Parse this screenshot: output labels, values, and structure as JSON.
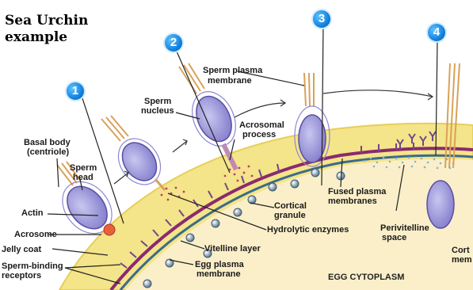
{
  "title": {
    "line1": "Sea Urchin",
    "line2": "example"
  },
  "steps": [
    "1",
    "2",
    "3",
    "4"
  ],
  "labels": {
    "basal_body": "Basal body",
    "centriole": "(centriole)",
    "sperm": "Sperm",
    "head": "head",
    "actin": "Actin",
    "acrosome": "Acrosome",
    "jelly_coat": "Jelly coat",
    "sperm_binding": "Sperm-binding",
    "receptors": "receptors",
    "sperm_nucleus_1": "Sperm",
    "sperm_nucleus_2": "nucleus",
    "sperm_plasma_1": "Sperm plasma",
    "sperm_plasma_2": "membrane",
    "acrosomal_1": "Acrosomal",
    "acrosomal_2": "process",
    "cortical_1": "Cortical",
    "cortical_2": "granule",
    "hydrolytic": "Hydrolytic enzymes",
    "vitelline": "Vitelline layer",
    "egg_plasma_1": "Egg plasma",
    "egg_plasma_2": "membrane",
    "fused_1": "Fused plasma",
    "fused_2": "membranes",
    "perivitelline_1": "Perivitelline",
    "perivitelline_2": "space",
    "cortical_membrane_1": "Cort",
    "cortical_membrane_2": "mem",
    "egg_cytoplasm": "EGG CYTOPLASM"
  }
}
